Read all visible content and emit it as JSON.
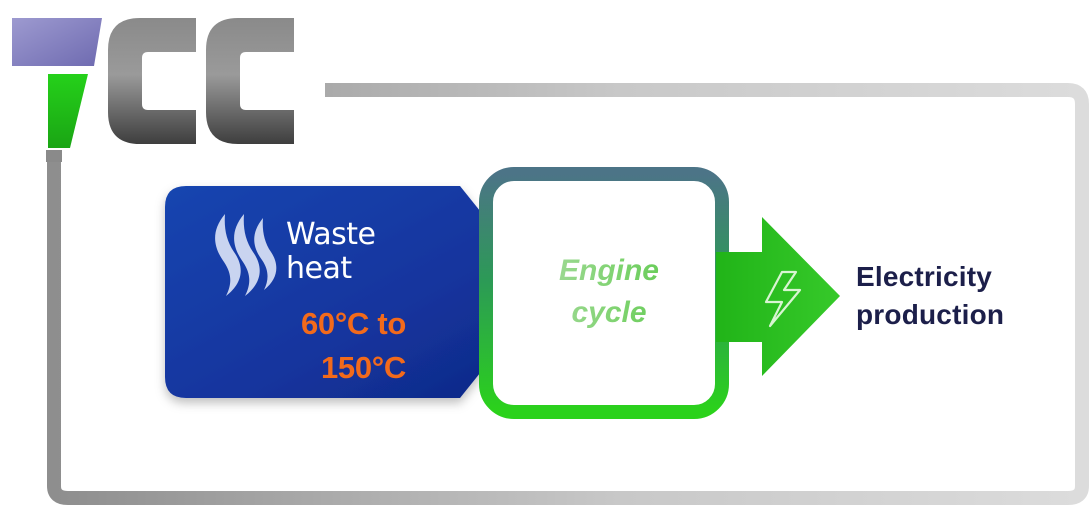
{
  "logo": {
    "text": "TCC",
    "letters": [
      "T",
      "C",
      "C"
    ]
  },
  "waste_heat": {
    "title_line1": "Waste",
    "title_line2": "heat",
    "range_line1": "60°C to",
    "range_line2": "150°C",
    "icon": "heat-waves-icon"
  },
  "engine": {
    "line1": "Engine",
    "line2": "cycle"
  },
  "output": {
    "line1": "Electricity",
    "line2": "production",
    "icon": "lightning-bolt-icon"
  },
  "colors": {
    "waste_heat_box": "#12329a",
    "waste_heat_text": "#ffffff",
    "temperature_text": "#f26a1b",
    "engine_green": "#2ecc1c",
    "engine_frame_top": "#4a7d86",
    "output_text": "#1c1f4a",
    "frame_gray": "#d9d9d9",
    "logo_gray": "#555555",
    "logo_purple": "#8a87c4"
  }
}
